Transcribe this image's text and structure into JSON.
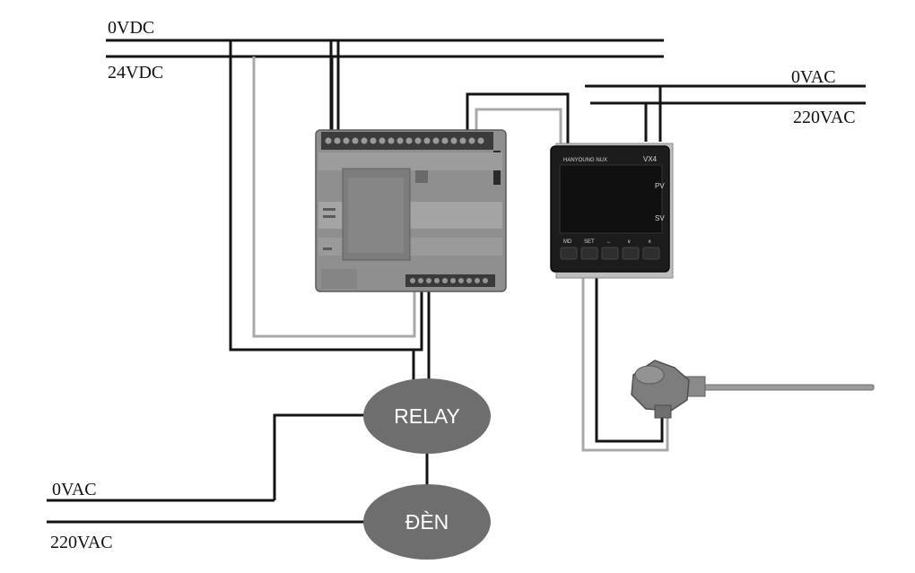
{
  "rails": {
    "dc_0v": "0VDC",
    "dc_24v": "24VDC",
    "ac_0v_top": "0VAC",
    "ac_220v_top": "220VAC",
    "ac_0v_bottom": "0VAC",
    "ac_220v_bottom": "220VAC"
  },
  "nodes": {
    "relay": "RELAY",
    "lamp": "ĐÈN"
  },
  "controller": {
    "model": "VX4",
    "brand": "HANYOUNG NUX",
    "pv": "PV",
    "sv": "SV",
    "buttons": [
      "MD",
      "SET",
      "←",
      "∨",
      "∧"
    ]
  },
  "colors": {
    "wire_dark": "#141414",
    "wire_light": "#a8a8a8",
    "node_fill": "#6e6e6e",
    "plc_body": "#8f8f8f",
    "controller_body": "#1c1c1c"
  }
}
